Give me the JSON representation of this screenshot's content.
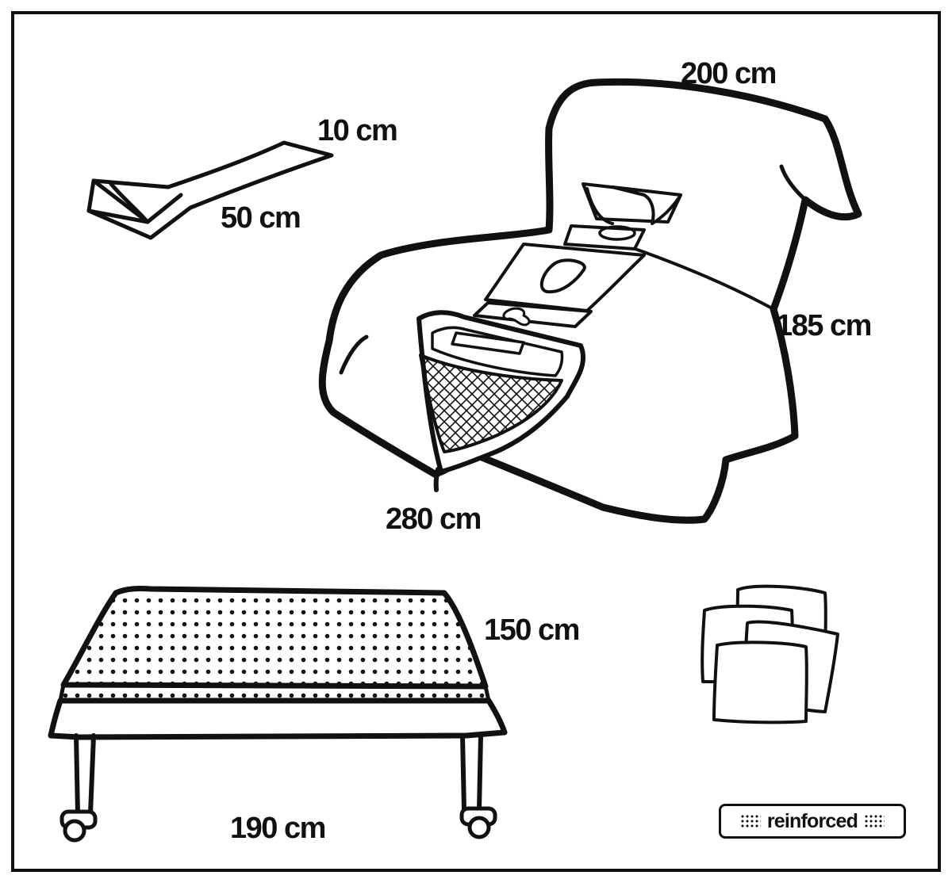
{
  "dimensions": {
    "towel_width": "10 cm",
    "towel_length": "50 cm",
    "drape_width": "200 cm",
    "drape_side": "185 cm",
    "drape_length": "280 cm",
    "table_cover_width": "150 cm",
    "table_cover_length": "190 cm"
  },
  "legend": {
    "reinforced_label": "reinforced"
  }
}
